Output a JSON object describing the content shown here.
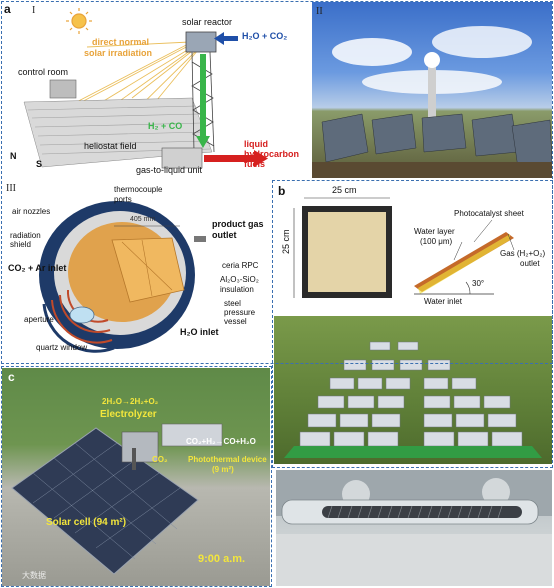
{
  "panel_a": {
    "tag": "a",
    "section_1": {
      "roman": "I",
      "labels": {
        "solar_reactor": "solar reactor",
        "dni_line1": "direct normal",
        "dni_line2": "solar irradiation",
        "control_room": "control room",
        "input": "H₂O + CO₂",
        "syngas": "H₂ + CO",
        "heliostat_field": "heliostat field",
        "gtl_unit": "gas-to-liquid unit",
        "fuels_line1": "liquid",
        "fuels_line2": "hydrocarbon",
        "fuels_line3": "fuels",
        "compass_n": "N",
        "compass_s": "S"
      }
    },
    "section_2": {
      "roman": "II"
    },
    "section_3": {
      "roman": "III",
      "labels": {
        "thermocouple_line1": "thermocouple",
        "thermocouple_line2": "ports",
        "air_nozzles": "air nozzles",
        "product_line1": "product gas",
        "product_line2": "outlet",
        "radiation_line1": "radiation",
        "radiation_line2": "shield",
        "dimension": "405 mm",
        "ceria": "ceria RPC",
        "inlet": "CO₂ + Ar inlet",
        "insulation_line1": "Al₂O₃-SiO₂",
        "insulation_line2": "insulation",
        "steel_line1": "steel",
        "steel_line2": "pressure",
        "steel_line3": "vessel",
        "aperture": "aperture",
        "h2o_inlet": "H₂O inlet",
        "quartz": "quartz window"
      }
    }
  },
  "panel_b": {
    "tag": "b",
    "labels": {
      "width": "25 cm",
      "height": "25 cm",
      "sheet": "Photocatalyst sheet",
      "water_line1": "Water layer",
      "water_line2": "(100 μm)",
      "gas_line1": "Gas (H₂+O₂)",
      "gas_line2": "outlet",
      "angle": "30°",
      "water_inlet": "Water inlet"
    }
  },
  "panel_c": {
    "tag": "c",
    "labels": {
      "reaction1": "2H₂O→2H₂+O₂",
      "electrolyzer": "Electrolyzer",
      "co2": "CO₂",
      "reaction2": "CO₂+H₂→CO+H₂O",
      "photothermal_line1": "Photothermal device",
      "photothermal_line2": "(9 m²)",
      "solar_cell": "Solar cell (94 m²)",
      "time": "9:00 a.m.",
      "watermark": "大数据"
    }
  },
  "colors": {
    "frame_dash": "#3a6fb0",
    "sun_orange": "#e8a33a",
    "syngas_green": "#39b54a",
    "fuel_red": "#d6201f",
    "input_blue": "#1f4fa8",
    "photo_yellow": "#f3e63c"
  }
}
